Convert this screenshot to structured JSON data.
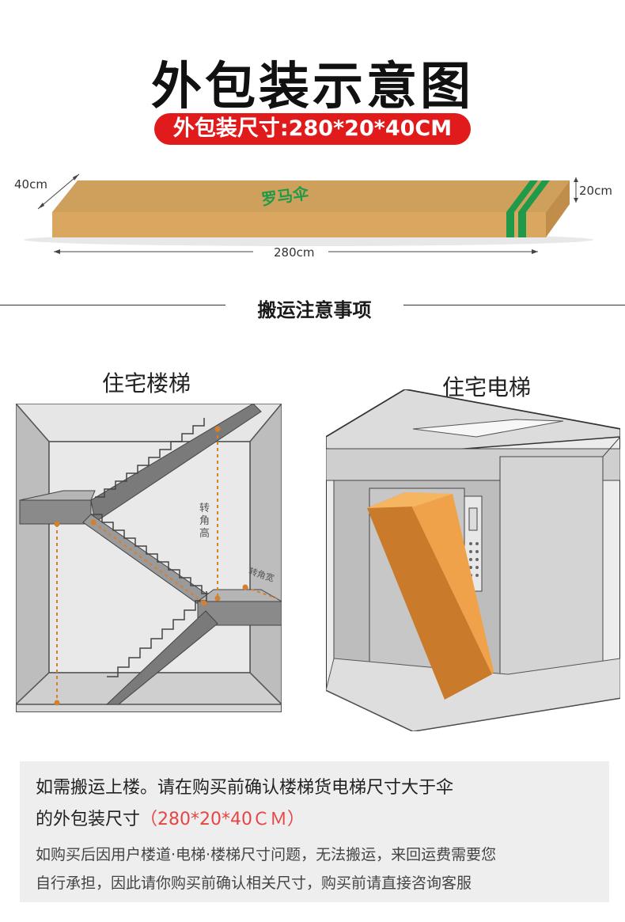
{
  "header": {
    "title": "外包装示意图",
    "size_pill": "外包装尺寸:280*20*40CM"
  },
  "package": {
    "brand_text": "罗马伞",
    "depth_label": "40cm",
    "height_label": "20cm",
    "length_label": "280cm",
    "colors": {
      "cardboard": "#d9a75f",
      "stripe": "#1f9a4a"
    }
  },
  "section": {
    "title": "搬运注意事项"
  },
  "stairs": {
    "label": "住宅楼梯",
    "turn_height": "转角高",
    "turn_width": "转角宽"
  },
  "elevator": {
    "label": "住宅电梯"
  },
  "notice": {
    "line1": "如需搬运上楼。请在购买前确认楼梯货电梯尺寸大于伞",
    "line2_prefix": "的外包装尺寸",
    "line2_red": "（280*20*40ＣＭ）",
    "line3": "如购买后因用户楼道·电梯·楼梯尺寸问题，无法搬运，来回运费需要您",
    "line4": "自行承担，因此请你购买前确认相关尺寸，购买前请直接咨询客服"
  }
}
